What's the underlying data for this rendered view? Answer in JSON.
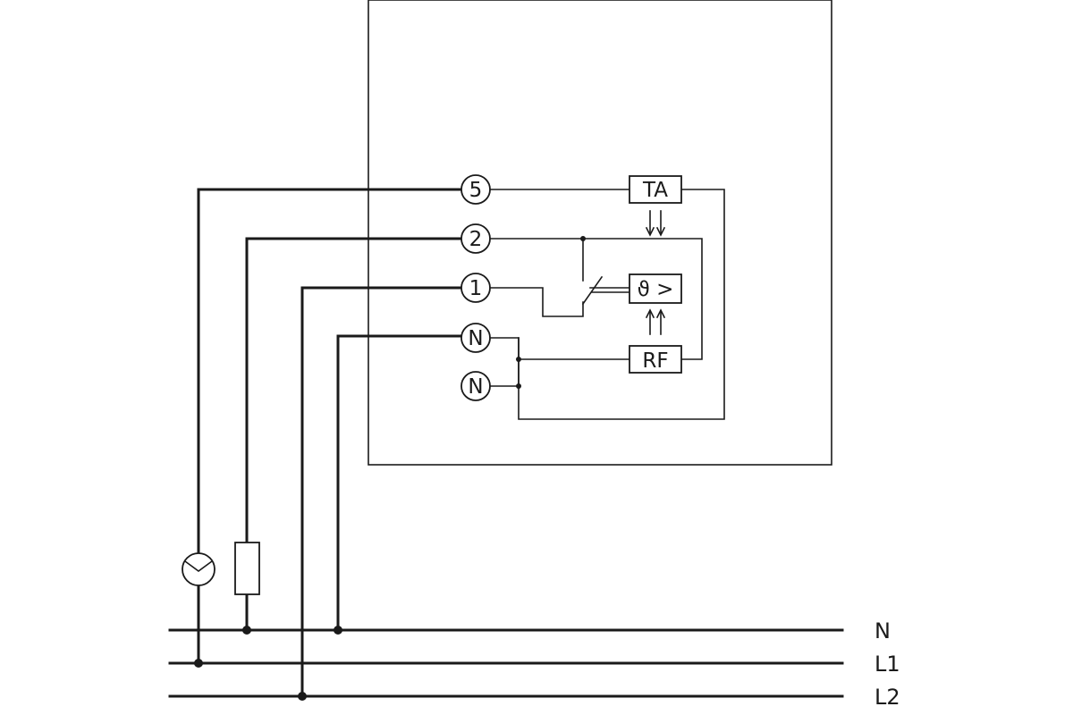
{
  "terminals": {
    "t5": "5",
    "t2": "2",
    "t1": "1",
    "tn1": "N",
    "tn2": "N"
  },
  "blocks": {
    "ta": "TA",
    "rf": "RF",
    "sensor": "ϑ >"
  },
  "bus": {
    "n": "N",
    "l1": "L1",
    "l2": "L2"
  }
}
